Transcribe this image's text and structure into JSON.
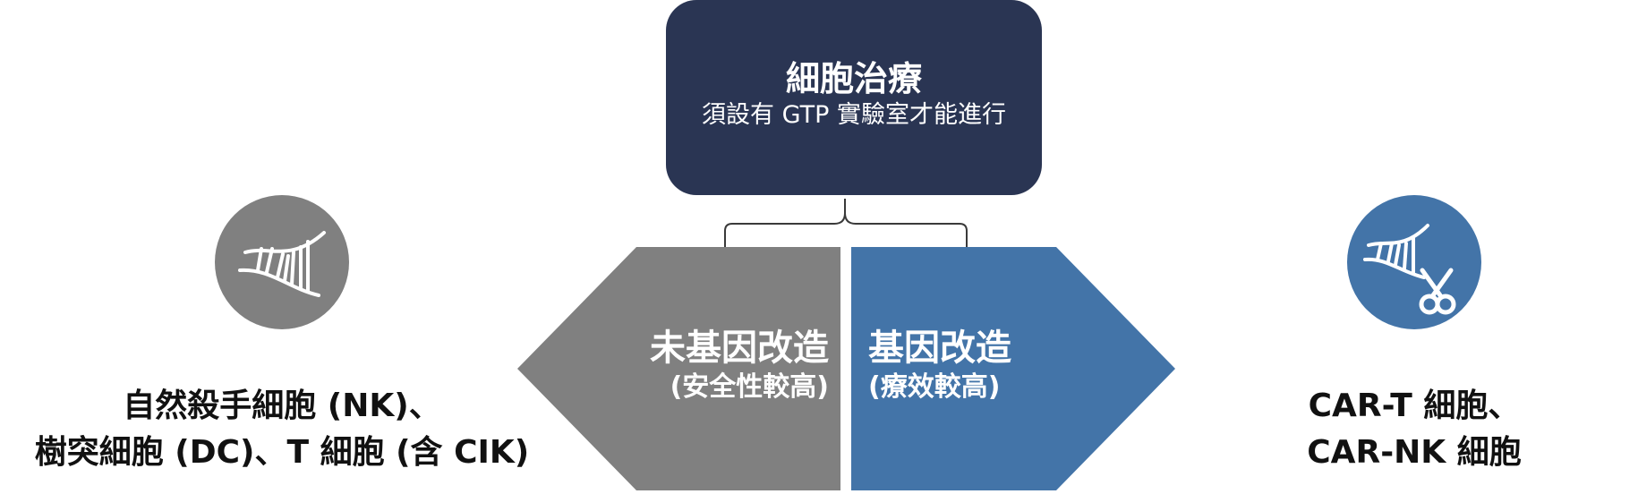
{
  "colors": {
    "navy": "#2a3553",
    "gray": "#808080",
    "blue": "#4374a8",
    "connector": "#3a3a3a"
  },
  "top": {
    "title": "細胞治療",
    "subtitle": "須設有 GTP 實驗室才能進行"
  },
  "left_arrow": {
    "title": "未基因改造",
    "note": "(安全性較高)"
  },
  "right_arrow": {
    "title": "基因改造",
    "note": "(療效較高)"
  },
  "icons": {
    "left": "dna-icon",
    "right": "dna-scissors-icon"
  },
  "captions": {
    "left_line1": "自然殺手細胞 (NK)、",
    "left_line2": "樹突細胞 (DC)、T 細胞 (含 CIK)",
    "right_line1": "CAR-T 細胞、",
    "right_line2": "CAR-NK 細胞"
  }
}
